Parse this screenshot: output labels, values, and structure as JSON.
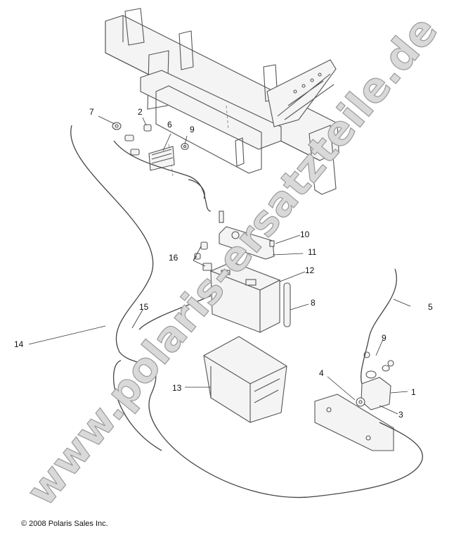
{
  "diagram": {
    "callouts": {
      "c1": "1",
      "c2": "2",
      "c3": "3",
      "c4": "4",
      "c5": "5",
      "c6": "6",
      "c7": "7",
      "c8": "8",
      "c9a": "9",
      "c9b": "9",
      "c10": "10",
      "c11": "11",
      "c12": "12",
      "c13": "13",
      "c14": "14",
      "c15": "15",
      "c16": "16"
    },
    "copyright": "© 2008 Polaris Sales Inc.",
    "watermark": "www.polaris-ersatzteile.de"
  }
}
